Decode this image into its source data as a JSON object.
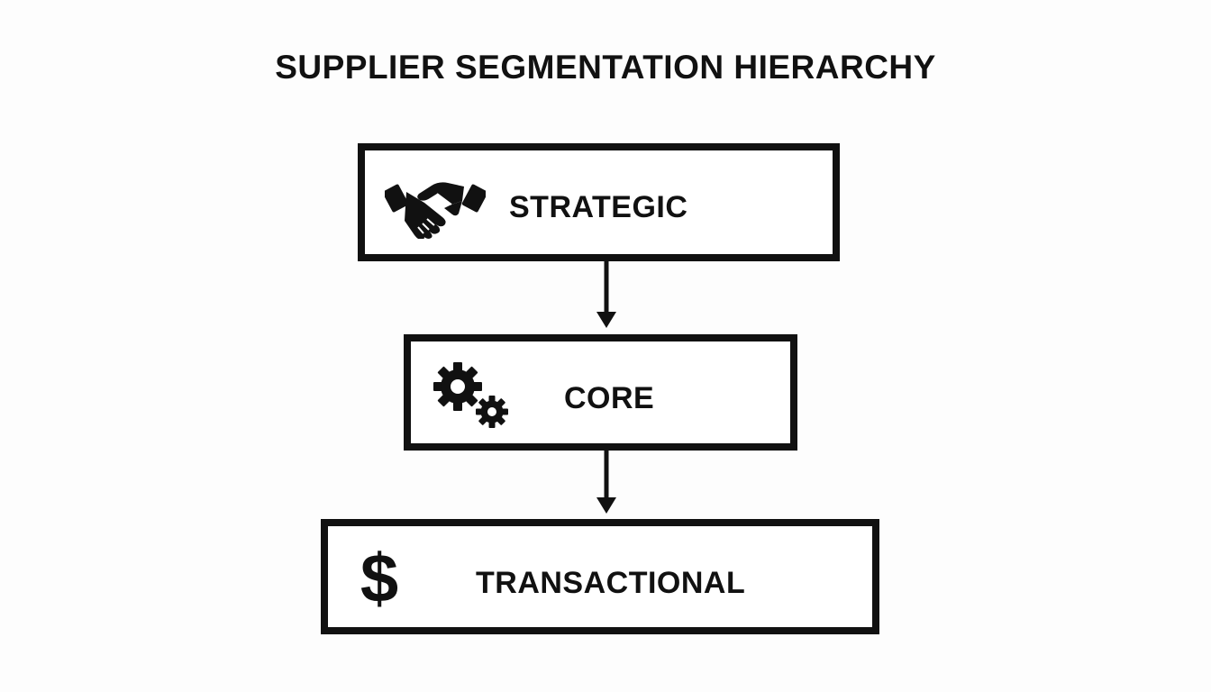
{
  "diagram": {
    "title": "SUPPLIER SEGMENTATION HIERARCHY",
    "tiers": [
      {
        "label": "STRATEGIC",
        "icon": "handshake-icon"
      },
      {
        "label": "CORE",
        "icon": "gears-icon"
      },
      {
        "label": "TRANSACTIONAL",
        "icon": "dollar-sign-icon"
      }
    ],
    "connectors": [
      {
        "from": "STRATEGIC",
        "to": "CORE",
        "direction": "down"
      },
      {
        "from": "CORE",
        "to": "TRANSACTIONAL",
        "direction": "down"
      }
    ],
    "colors": {
      "stroke": "#111111",
      "background": "#fdfdfd",
      "box_fill": "#ffffff"
    }
  }
}
